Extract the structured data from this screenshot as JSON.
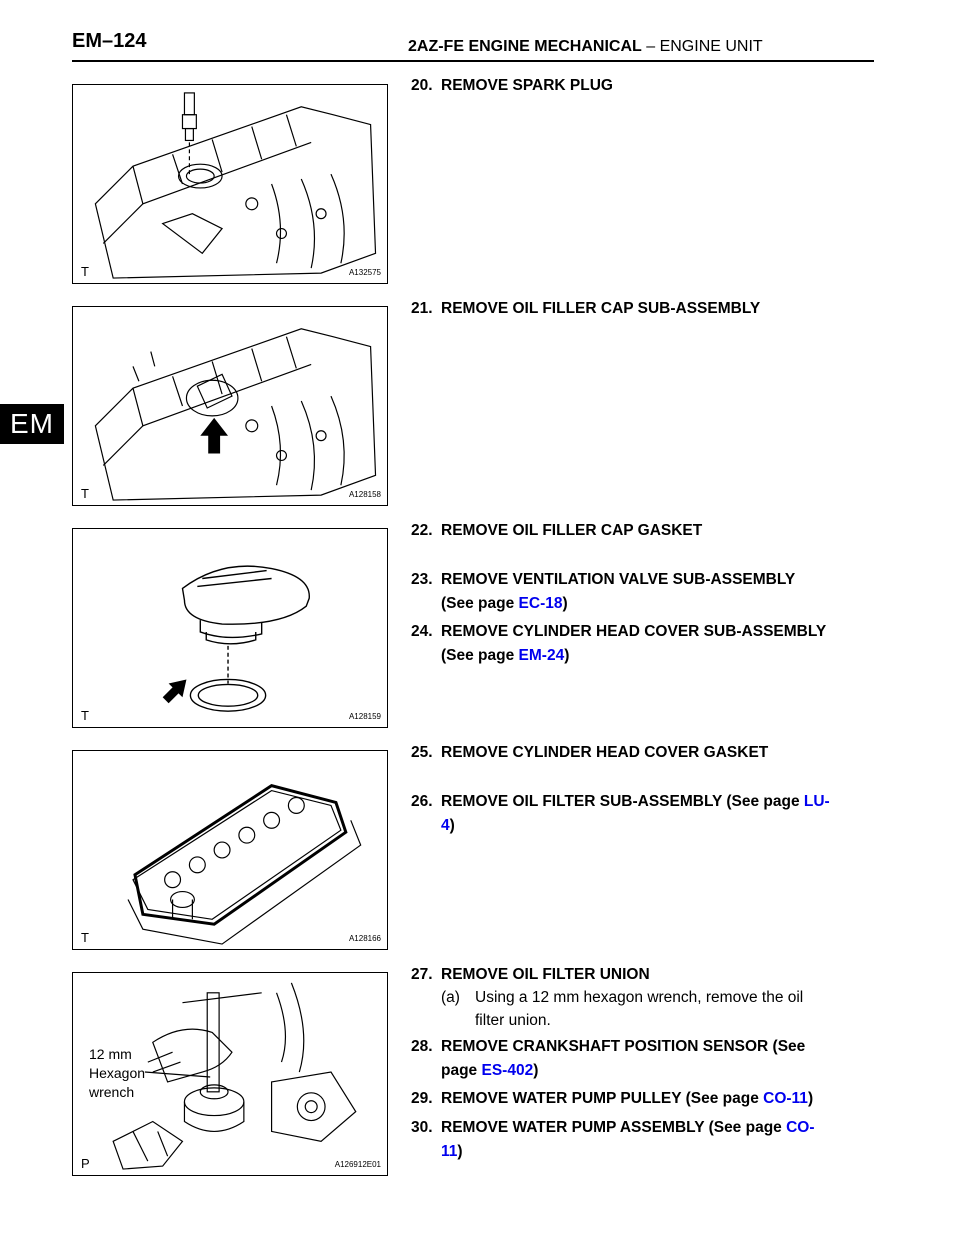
{
  "header": {
    "page_code": "EM–124",
    "section_bold": "2AZ-FE ENGINE MECHANICAL",
    "section_rest": "– ENGINE UNIT"
  },
  "side_tab": "EM",
  "figures": [
    {
      "corner": "T",
      "id": "A132575"
    },
    {
      "corner": "T",
      "id": "A128158"
    },
    {
      "corner": "T",
      "id": "A128159"
    },
    {
      "corner": "T",
      "id": "A128166"
    },
    {
      "corner": "P",
      "id": "A126912E01",
      "callout": [
        "12 mm",
        "Hexagon",
        "wrench"
      ]
    }
  ],
  "steps": [
    {
      "num": "20.",
      "text": "REMOVE SPARK PLUG"
    },
    {
      "num": "21.",
      "text": "REMOVE OIL FILLER CAP SUB-ASSEMBLY"
    },
    {
      "num": "22.",
      "text": "REMOVE OIL FILLER CAP GASKET"
    },
    {
      "num": "23.",
      "text": "REMOVE VENTILATION VALVE SUB-ASSEMBLY",
      "see_prefix": "(See page ",
      "link": "EC-18",
      "see_suffix": ")"
    },
    {
      "num": "24.",
      "text": "REMOVE CYLINDER HEAD COVER SUB-ASSEMBLY",
      "see_prefix": "(See page ",
      "link": "EM-24",
      "see_suffix": ")"
    },
    {
      "num": "25.",
      "text": "REMOVE CYLINDER HEAD COVER GASKET"
    },
    {
      "num": "26.",
      "text": "REMOVE OIL FILTER SUB-ASSEMBLY (See page ",
      "link_a": "LU-",
      "link_b": "4",
      "see_suffix": ")"
    },
    {
      "num": "27.",
      "text": "REMOVE OIL FILTER UNION"
    },
    {
      "num": "28.",
      "text": "REMOVE CRANKSHAFT POSITION SENSOR (See",
      "line2_prefix": "page ",
      "link": "ES-402",
      "see_suffix": ")"
    },
    {
      "num": "29.",
      "text": "REMOVE WATER PUMP PULLEY (See page ",
      "link": "CO-11",
      "see_suffix": ")"
    },
    {
      "num": "30.",
      "text": "REMOVE WATER PUMP ASSEMBLY (See page ",
      "link_a": "CO-",
      "link_b": "11",
      "see_suffix": ")"
    }
  ],
  "substeps": [
    {
      "num": "(a)",
      "line1": "Using a 12 mm hexagon wrench, remove the oil",
      "line2": "filter union."
    }
  ],
  "colors": {
    "link": "#0000ee",
    "text": "#000000"
  }
}
